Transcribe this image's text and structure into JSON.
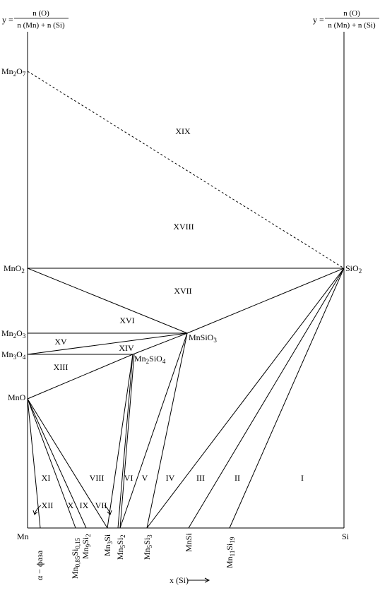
{
  "formula": {
    "lhs": "y =",
    "numerator": "n (O)",
    "denominator": "n (Mn) + n (Si)"
  },
  "x_axis_label": "x (Si)",
  "left_labels": {
    "Mn2O7": {
      "base": "Mn",
      "s1": "2",
      "m": "O",
      "s2": "7"
    },
    "MnO2": {
      "base": "MnO",
      "s1": "2"
    },
    "Mn2O3": {
      "base": "Mn",
      "s1": "2",
      "m": "O",
      "s2": "3"
    },
    "Mn3O4": {
      "base": "Mn",
      "s1": "3",
      "m": "O",
      "s2": "4"
    },
    "MnO": {
      "base": "MnO"
    }
  },
  "phase_labels": {
    "SiO2": {
      "base": "SiO",
      "s1": "2"
    },
    "MnSiO3": {
      "base": "MnSiO",
      "s1": "3"
    },
    "Mn2SiO4": {
      "base": "Mn",
      "s1": "2",
      "m": "SiO",
      "s2": "4"
    }
  },
  "bottom_labels": {
    "Mn": "Mn",
    "Si": "Si",
    "alpha": "α − фаза",
    "Mn085": {
      "base": "Mn",
      "s1": "0,85",
      "m": "Si",
      "s2": "0,15"
    },
    "Mn9Si2": {
      "base": "Mn",
      "s1": "9",
      "m": "Si",
      "s2": "2"
    },
    "Mn3Si": {
      "base": "Mn",
      "s1": "3",
      "m": "Si"
    },
    "Mn5Si2": {
      "base": "Mn",
      "s1": "5",
      "m": "Si",
      "s2": "2"
    },
    "Mn5Si3": {
      "base": "Mn",
      "s1": "5",
      "m": "Si",
      "s2": "3"
    },
    "MnSi": "MnSi",
    "Mn11Si19": {
      "base": "Mn",
      "s1": "11",
      "m": "Si",
      "s2": "19"
    }
  },
  "regions": [
    "I",
    "II",
    "III",
    "IV",
    "V",
    "VI",
    "VII",
    "VIII",
    "IX",
    "X",
    "XI",
    "XII",
    "XIII",
    "XIV",
    "XV",
    "XVI",
    "XVII",
    "XVIII",
    "XIX"
  ]
}
